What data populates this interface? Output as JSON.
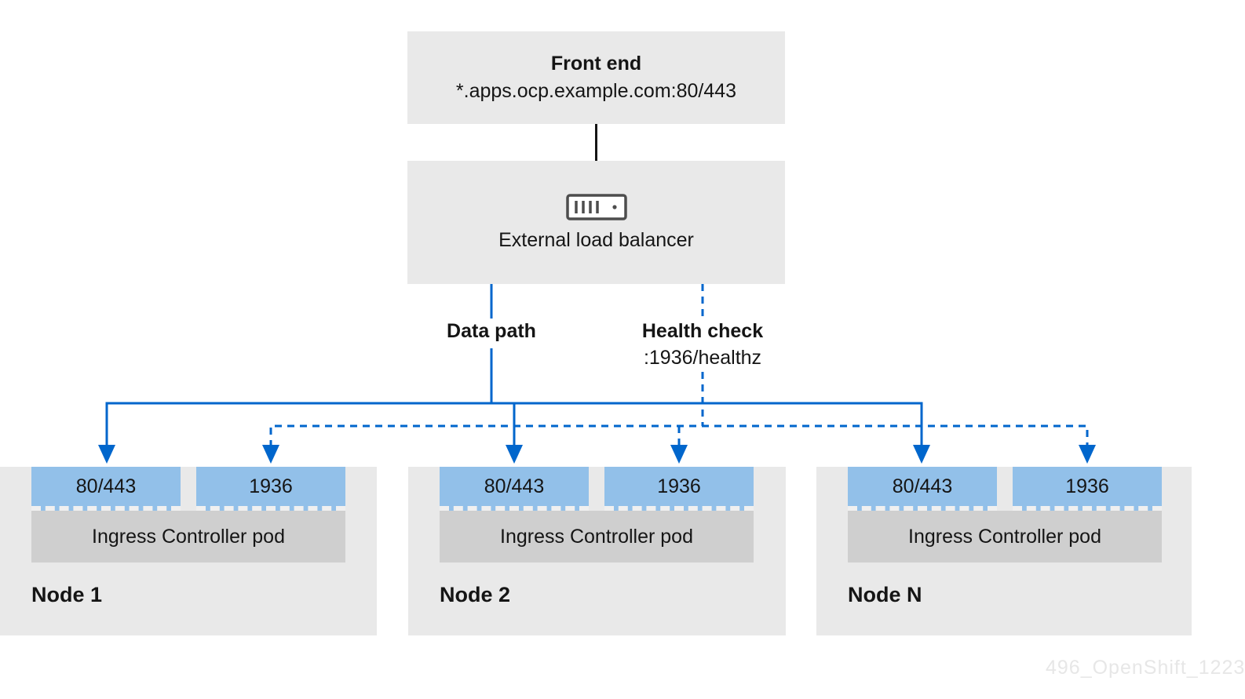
{
  "frontend": {
    "title": "Front end",
    "subtitle": "*.apps.ocp.example.com:80/443"
  },
  "load_balancer": {
    "label": "External load balancer",
    "icon": "server-icon"
  },
  "paths": {
    "data_path_label": "Data path",
    "health_check_label": "Health check",
    "health_check_endpoint": ":1936/healthz"
  },
  "nodes": [
    {
      "label": "Node 1",
      "ports": [
        "80/443",
        "1936"
      ],
      "pod_label": "Ingress Controller pod"
    },
    {
      "label": "Node 2",
      "ports": [
        "80/443",
        "1936"
      ],
      "pod_label": "Ingress Controller pod"
    },
    {
      "label": "Node N",
      "ports": [
        "80/443",
        "1936"
      ],
      "pod_label": "Ingress Controller pod"
    }
  ],
  "watermark": "496_OpenShift_1223",
  "colors": {
    "line_blue": "#0066cc",
    "port_blue": "#92c0e9",
    "box_gray": "#e9e9e9",
    "pod_gray": "#cfcfcf",
    "text": "#151515"
  }
}
